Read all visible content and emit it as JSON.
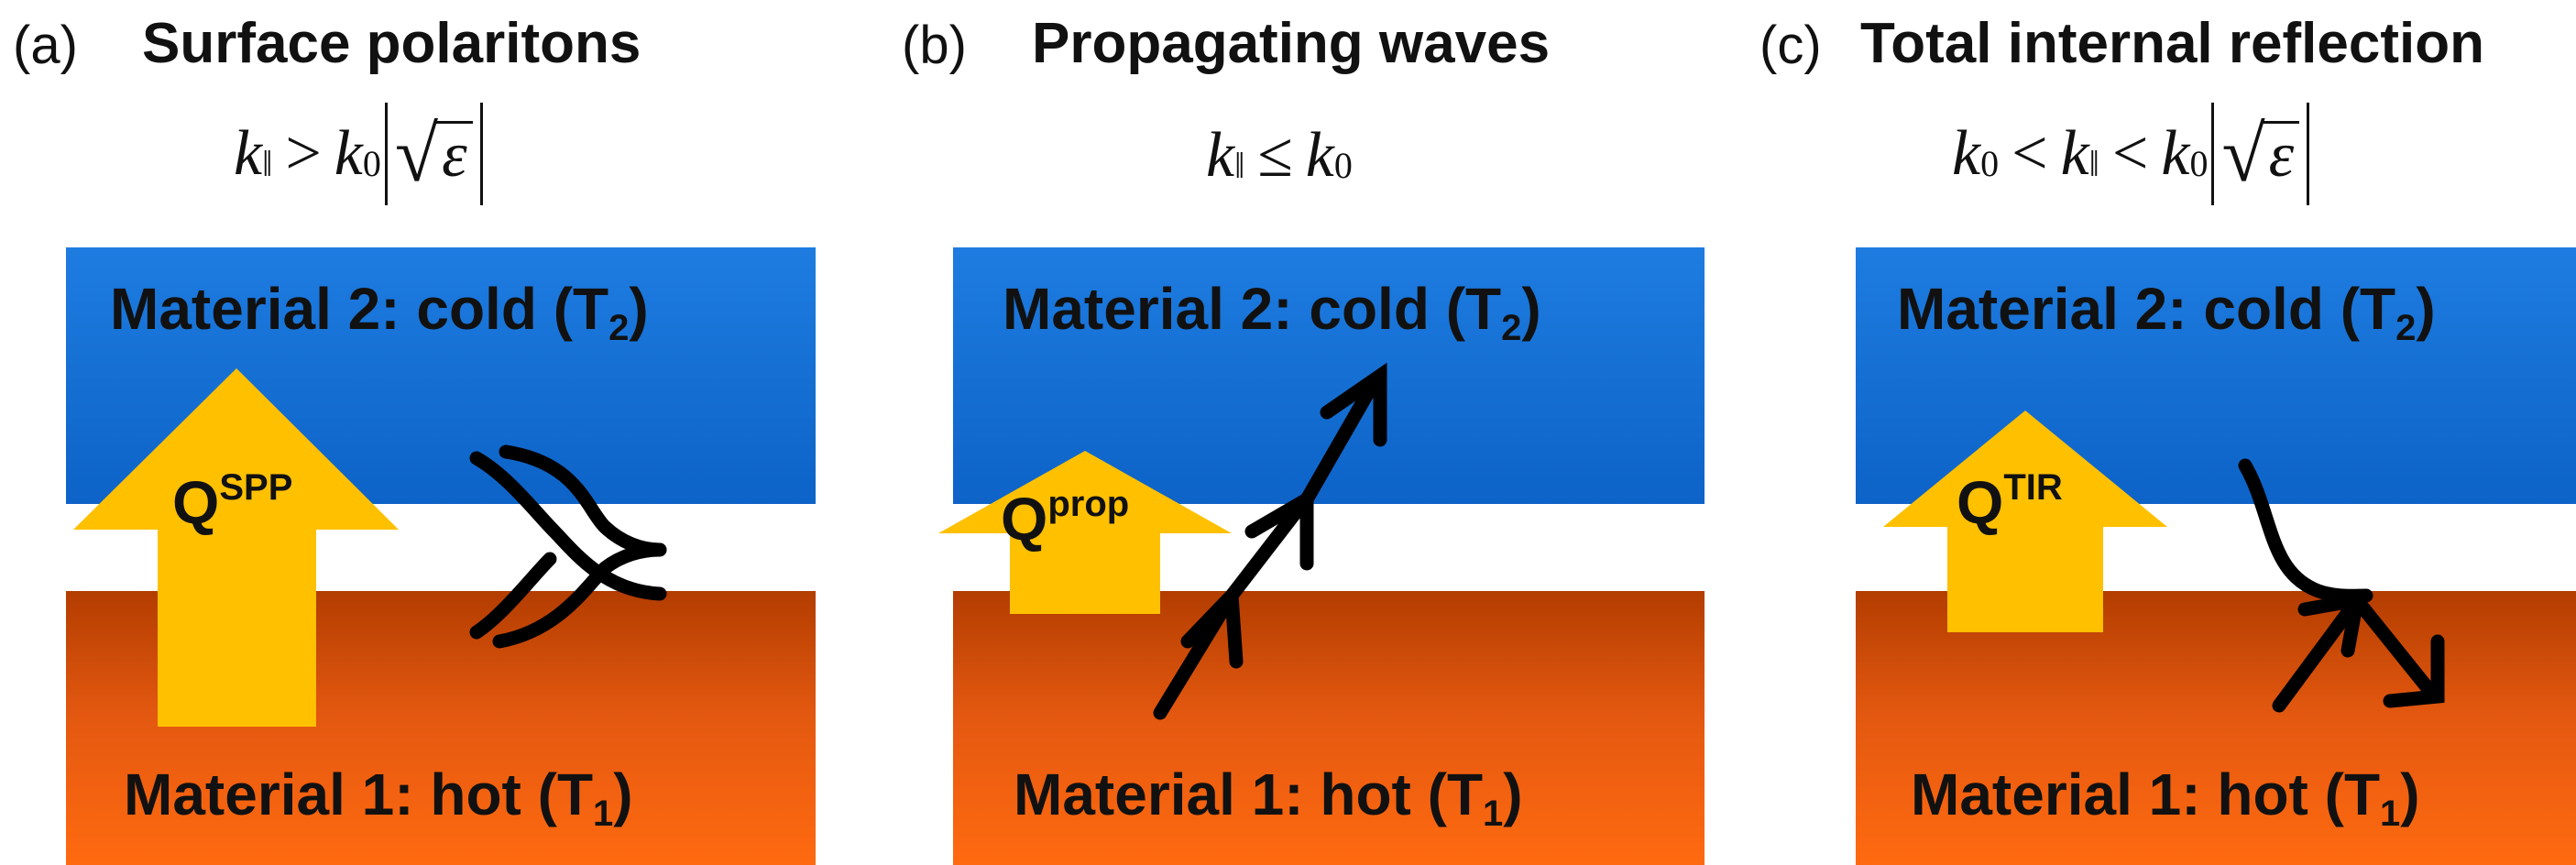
{
  "panels": [
    {
      "label": "(a)",
      "title": "Surface polaritons",
      "condition": {
        "lhs": "k",
        "lhs_sub": "‖",
        "op1": ">",
        "mid": "k",
        "mid_sub": "0",
        "radicand": "ε"
      },
      "material2": {
        "text": "Material 2: cold (T",
        "sub": "2",
        "close": ")"
      },
      "material1": {
        "text": "Material 1: hot (T",
        "sub": "1",
        "close": ")"
      },
      "flux": {
        "base": "Q",
        "sup": "SPP"
      }
    },
    {
      "label": "(b)",
      "title": "Propagating waves",
      "condition": {
        "lhs": "k",
        "lhs_sub": "‖",
        "op1": "≤",
        "mid": "k",
        "mid_sub": "0"
      },
      "material2": {
        "text": "Material 2: cold (T",
        "sub": "2",
        "close": ")"
      },
      "material1": {
        "text": "Material 1: hot (T",
        "sub": "1",
        "close": ")"
      },
      "flux": {
        "base": "Q",
        "sup": "prop"
      }
    },
    {
      "label": "(c)",
      "title": "Total internal reflection",
      "condition": {
        "lhs": "k",
        "lhs_sub": "0",
        "op1": "<",
        "mid": "k",
        "mid_sub": "‖",
        "op2": "<",
        "rhs": "k",
        "rhs_sub": "0",
        "radicand": "ε"
      },
      "material2": {
        "text": "Material 2: cold (T",
        "sub": "2",
        "close": ")"
      },
      "material1": {
        "text": "Material 1: hot (T",
        "sub": "1",
        "close": ")"
      },
      "flux": {
        "base": "Q",
        "sup": "TIR"
      }
    }
  ],
  "colors": {
    "cold_material": "#1473d6",
    "hot_material": "#e85a10",
    "flux_arrow": "#ffc000",
    "wave_line": "#000000"
  }
}
